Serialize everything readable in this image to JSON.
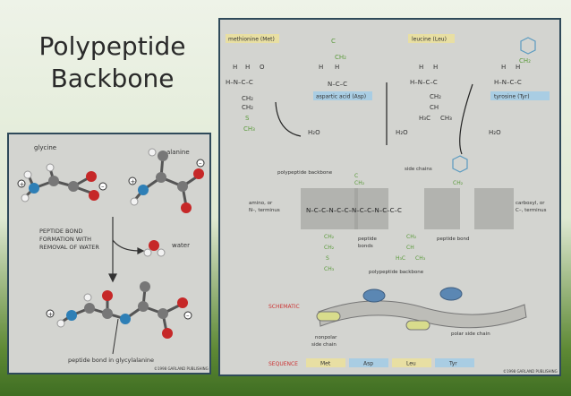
{
  "slide": {
    "title_line1": "Polypeptide",
    "title_line2": "Backbone"
  },
  "left_panel": {
    "glycine": "glycine",
    "alanine": "alanine",
    "peptide_bond_formation": [
      "PEPTIDE BOND",
      "FORMATION WITH",
      "REMOVAL OF WATER"
    ],
    "water": "water",
    "peptide_bond_label": "peptide bond in glycylalanine",
    "copyright": "©1998 GARLAND PUBLISHING"
  },
  "right_panel": {
    "amino_acids": {
      "met": "methionine (Met)",
      "asp": "aspartic acid (Asp)",
      "leu": "leucine (Leu)",
      "tyr": "tyrosine (Tyr)"
    },
    "h2o": "H₂O",
    "labels": {
      "backbone": "polypeptide backbone",
      "side_chains": "side chains",
      "amino_terminus": [
        "amino, or",
        "N–, terminus"
      ],
      "carboxyl_terminus": [
        "carboxyl, or",
        "C–, terminus"
      ],
      "peptide_bonds": [
        "peptide",
        "bonds"
      ],
      "peptide_bond": "peptide bond",
      "schematic": "SCHEMATIC",
      "schematic_backbone": "polypeptide backbone",
      "nonpolar": [
        "nonpolar",
        "side chain"
      ],
      "polar": "polar side chain",
      "sequence": "SEQUENCE",
      "copyright": "©1998 GARLAND PUBLISHING"
    },
    "sequence": [
      "Met",
      "Asp",
      "Leu",
      "Tyr"
    ]
  },
  "colors": {
    "panel_border": "#2f4a5a",
    "label_box": "#e8dfa3",
    "blue_box": "#a9cde3",
    "green": "#6fa84a",
    "red_label": "#c33"
  }
}
